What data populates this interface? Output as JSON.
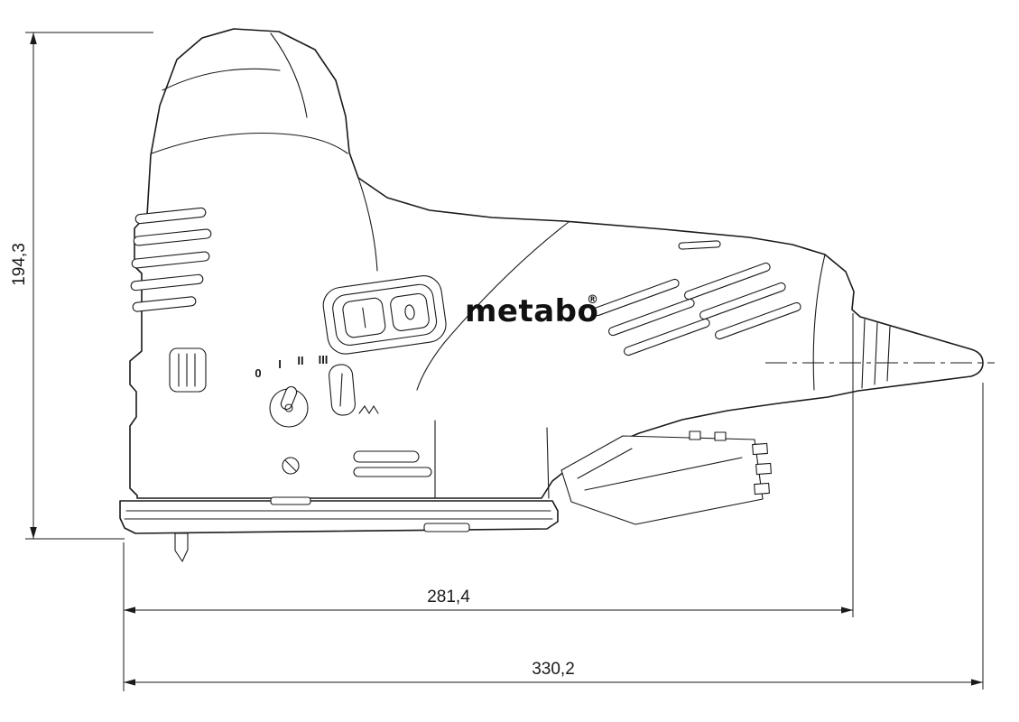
{
  "drawing": {
    "brand": "metabo",
    "registered_mark": "®",
    "dimensions": {
      "height": "194,3",
      "body_length": "281,4",
      "overall_length": "330,2"
    },
    "dial_marks": {
      "m0": "0",
      "m1": "I",
      "m2": "II",
      "m3": "III"
    },
    "colors": {
      "line": "#1a1a1a",
      "background": "#ffffff"
    }
  }
}
